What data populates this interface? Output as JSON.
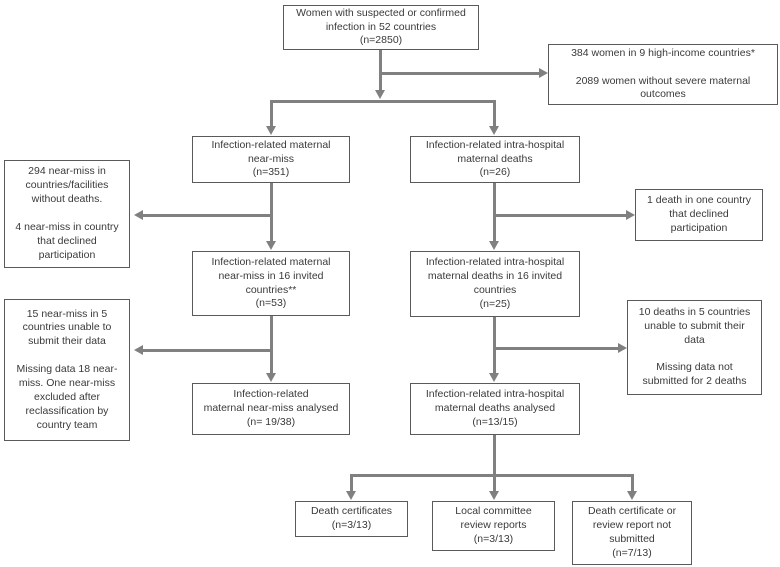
{
  "flowchart": {
    "colors": {
      "line": "#808080",
      "border": "#5a5a5a",
      "text": "#3a3a3a",
      "background": "#ffffff"
    },
    "nodes": {
      "root": {
        "label": "Women with suspected or confirmed\ninfection in 52 countries\n(n=2850)"
      },
      "excluded_high_income": {
        "label": "384 women in 9 high-income countries*\n\n2089 women without severe maternal\noutcomes"
      },
      "nearmiss": {
        "label": "Infection-related maternal\nnear-miss\n(n=351)"
      },
      "deaths": {
        "label": "Infection-related intra-hospital\nmaternal deaths\n(n=26)"
      },
      "nearmiss_excluded_1": {
        "label": "294 near-miss in\ncountries/facilities\nwithout deaths.\n\n4 near-miss in country\nthat declined\nparticipation"
      },
      "deaths_excluded_1": {
        "label": "1 death in one country\nthat declined\nparticipation"
      },
      "nearmiss_16": {
        "label": "Infection-related maternal\nnear-miss in 16 invited\ncountries**\n(n=53)"
      },
      "deaths_16": {
        "label": "Infection-related intra-hospital\nmaternal deaths in 16 invited\ncountries\n(n=25)"
      },
      "nearmiss_excluded_2": {
        "label": "15 near-miss in 5\ncountries unable to\nsubmit their data\n\nMissing data 18 near-\nmiss. One near-miss\nexcluded after\nreclassification by\ncountry team"
      },
      "deaths_excluded_2": {
        "label": "10 deaths in 5 countries\nunable to submit their\ndata\n\nMissing data not\nsubmitted for 2 deaths"
      },
      "nearmiss_analysed": {
        "label": "Infection-related\nmaternal near-miss analysed\n(n= 19/38)"
      },
      "deaths_analysed": {
        "label": "Infection-related intra-hospital\nmaternal deaths analysed\n(n=13/15)"
      },
      "death_certificates": {
        "label": "Death certificates\n(n=3/13)"
      },
      "committee_reports": {
        "label": "Local committee\nreview reports\n(n=3/13)"
      },
      "report_not_submitted": {
        "label": "Death certificate or\nreview report not\nsubmitted\n(n=7/13)"
      }
    },
    "edges": [
      {
        "from": "root",
        "to": "excluded_high_income"
      },
      {
        "from": "root",
        "to": "nearmiss"
      },
      {
        "from": "root",
        "to": "deaths"
      },
      {
        "from": "nearmiss",
        "to": "nearmiss_excluded_1"
      },
      {
        "from": "nearmiss",
        "to": "nearmiss_16"
      },
      {
        "from": "deaths",
        "to": "deaths_excluded_1"
      },
      {
        "from": "deaths",
        "to": "deaths_16"
      },
      {
        "from": "nearmiss_16",
        "to": "nearmiss_excluded_2"
      },
      {
        "from": "nearmiss_16",
        "to": "nearmiss_analysed"
      },
      {
        "from": "deaths_16",
        "to": "deaths_excluded_2"
      },
      {
        "from": "deaths_16",
        "to": "deaths_analysed"
      },
      {
        "from": "deaths_analysed",
        "to": "death_certificates"
      },
      {
        "from": "deaths_analysed",
        "to": "committee_reports"
      },
      {
        "from": "deaths_analysed",
        "to": "report_not_submitted"
      }
    ]
  }
}
